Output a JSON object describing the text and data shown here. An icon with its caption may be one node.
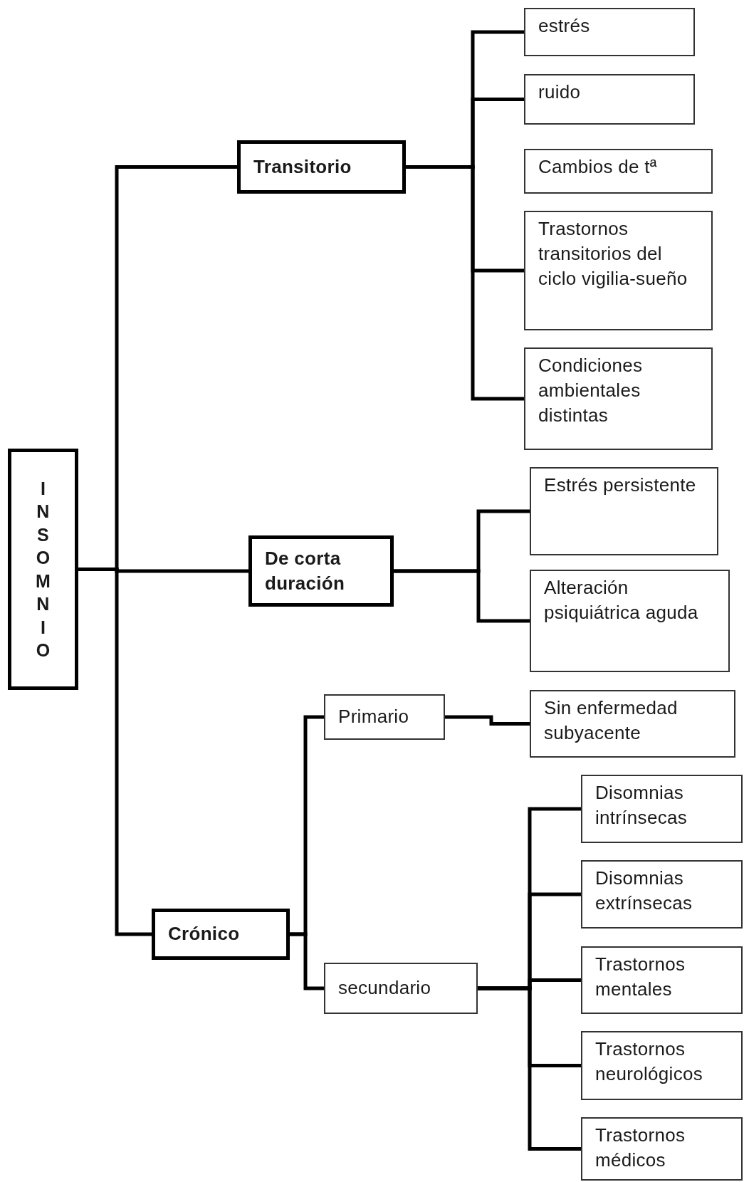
{
  "diagram": {
    "nodes": [
      {
        "text": [
          "INSOMNIO"
        ]
      },
      {
        "text": [
          "Transitorio"
        ]
      },
      {
        "text": [
          "estrés"
        ]
      },
      {
        "text": [
          "ruido"
        ]
      },
      {
        "text": [
          "Cambios de tª"
        ]
      },
      {
        "text": [
          "Trastornos transitorios del ciclo vigilia-sueño"
        ]
      },
      {
        "text": [
          "Condiciones ambientales distintas"
        ]
      },
      {
        "text": [
          "De corta duración"
        ]
      },
      {
        "text": [
          "Estrés persistente"
        ]
      },
      {
        "text": [
          "Alteración psiquiátrica aguda"
        ]
      },
      {
        "text": [
          "Crónico"
        ]
      },
      {
        "text": [
          "Primario"
        ]
      },
      {
        "text": [
          "Sin enfermedad subyacente"
        ]
      },
      {
        "text": [
          "secundario"
        ]
      },
      {
        "text": [
          "Disomnias intrínsecas"
        ]
      },
      {
        "text": [
          "Disomnias extrínsecas"
        ]
      },
      {
        "text": [
          "Trastornos mentales"
        ]
      },
      {
        "text": [
          "Trastornos neurológicos"
        ]
      },
      {
        "text": [
          "Trastornos médicos"
        ]
      }
    ],
    "edges": [
      {
        "from": 0,
        "to": 1,
        "arrow": "none"
      },
      {
        "from": 0,
        "to": 7,
        "arrow": "none"
      },
      {
        "from": 0,
        "to": 10,
        "arrow": "none"
      },
      {
        "from": 1,
        "to": 2,
        "arrow": "none"
      },
      {
        "from": 1,
        "to": 3,
        "arrow": "none"
      },
      {
        "from": 1,
        "to": 5,
        "arrow": "none"
      },
      {
        "from": 1,
        "to": 6,
        "arrow": "none"
      },
      {
        "from": 7,
        "to": 8,
        "arrow": "none"
      },
      {
        "from": 7,
        "to": 9,
        "arrow": "none"
      },
      {
        "from": 10,
        "to": 11,
        "arrow": "none"
      },
      {
        "from": 10,
        "to": 13,
        "arrow": "none"
      },
      {
        "from": 11,
        "to": 12,
        "arrow": "none"
      },
      {
        "from": 13,
        "to": 14,
        "arrow": "none"
      },
      {
        "from": 13,
        "to": 15,
        "arrow": "none"
      },
      {
        "from": 13,
        "to": 16,
        "arrow": "none"
      },
      {
        "from": 13,
        "to": 17,
        "arrow": "none"
      },
      {
        "from": 13,
        "to": 18,
        "arrow": "none"
      }
    ]
  }
}
